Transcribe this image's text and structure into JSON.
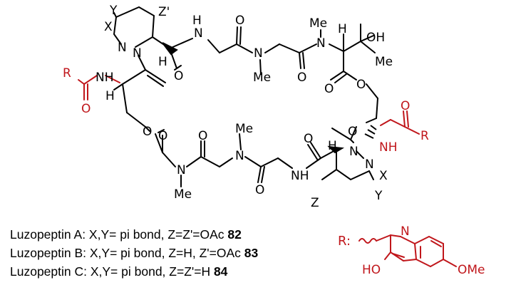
{
  "colors": {
    "ink": "#000000",
    "accent": "#c0161b"
  },
  "structure": {
    "atoms": {
      "Y": "Y",
      "X": "X",
      "Z": "Z",
      "Zp": "Z'",
      "N": "N",
      "NH": "NH",
      "H": "H",
      "O": "O",
      "Me": "Me",
      "OH": "OH",
      "R": "R",
      "OMe": "OMe",
      "HO": "HO",
      "Rcolon": "R:"
    }
  },
  "compounds": [
    {
      "prefix": "Luzopeptin A: X,Y= pi bond, Z=Z'=OAc",
      "number": "82"
    },
    {
      "prefix": "Luzopeptin B: X,Y= pi bond, Z=H, Z'=OAc",
      "number": "83"
    },
    {
      "prefix": "Luzopeptin C: X,Y= pi bond, Z=Z'=H",
      "number": "84"
    }
  ]
}
